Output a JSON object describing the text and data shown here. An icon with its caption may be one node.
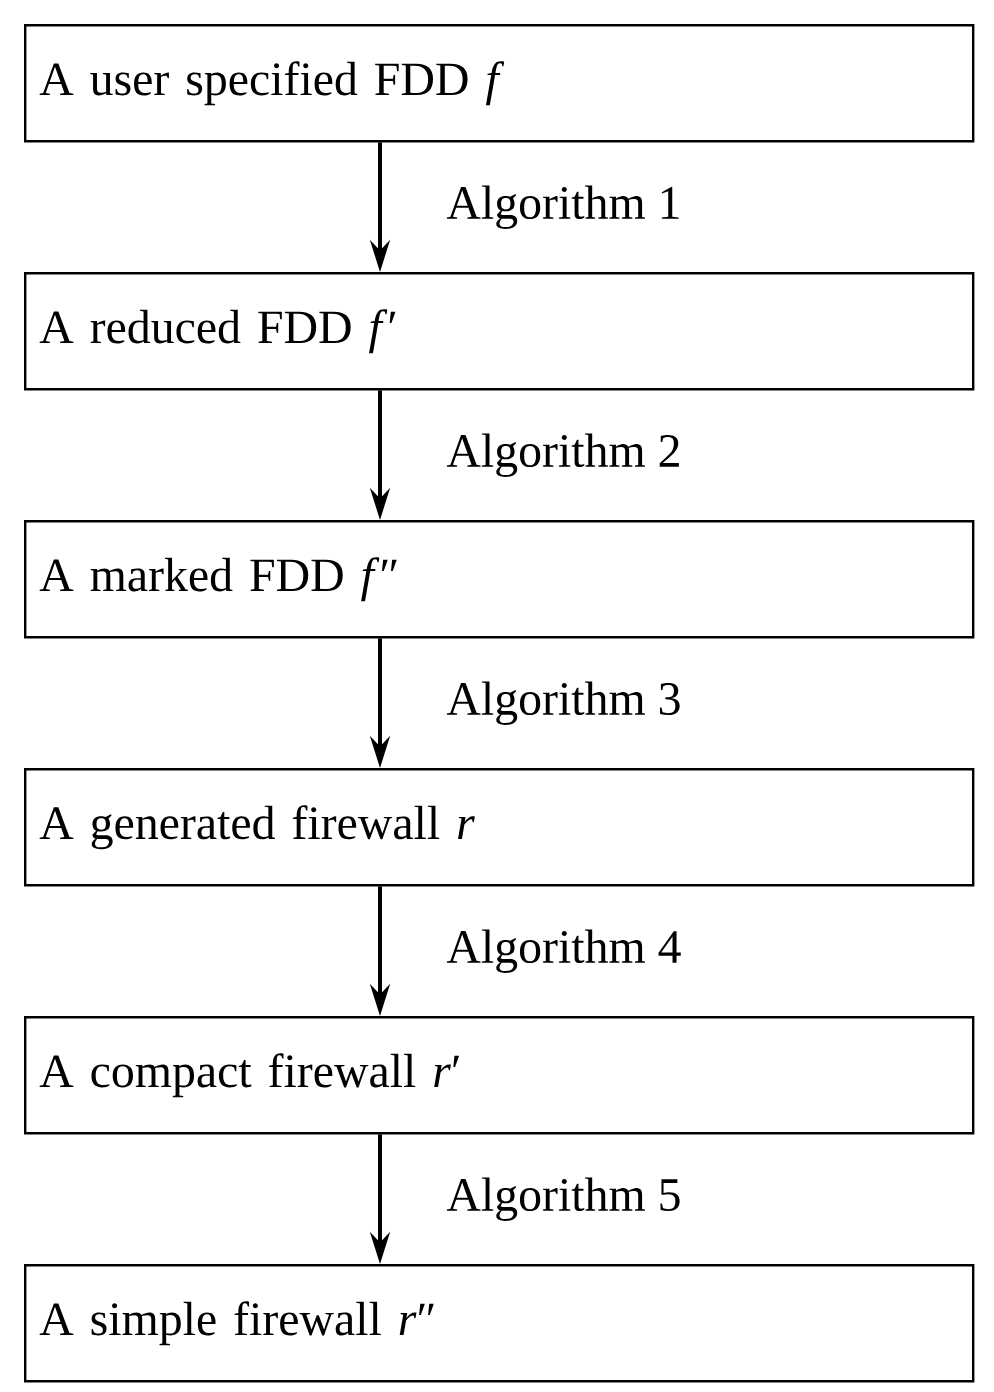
{
  "diagram": {
    "nodes": [
      {
        "text": [
          "A user specified FDD *f*"
        ]
      },
      {
        "text": [
          "A reduced FDD *f*′"
        ]
      },
      {
        "text": [
          "A marked FDD *f*″"
        ]
      },
      {
        "text": [
          "A generated firewall *r*"
        ]
      },
      {
        "text": [
          "A compact firewall *r*′"
        ]
      },
      {
        "text": [
          "A simple firewall *r*″"
        ]
      }
    ],
    "edges": [
      {
        "from": 0,
        "to": 1,
        "arrow": "to",
        "label": "Algorithm 1"
      },
      {
        "from": 1,
        "to": 2,
        "arrow": "to",
        "label": "Algorithm 2"
      },
      {
        "from": 2,
        "to": 3,
        "arrow": "to",
        "label": "Algorithm 3"
      },
      {
        "from": 3,
        "to": 4,
        "arrow": "to",
        "label": "Algorithm 4"
      },
      {
        "from": 4,
        "to": 5,
        "arrow": "to",
        "label": "Algorithm 5"
      }
    ]
  }
}
